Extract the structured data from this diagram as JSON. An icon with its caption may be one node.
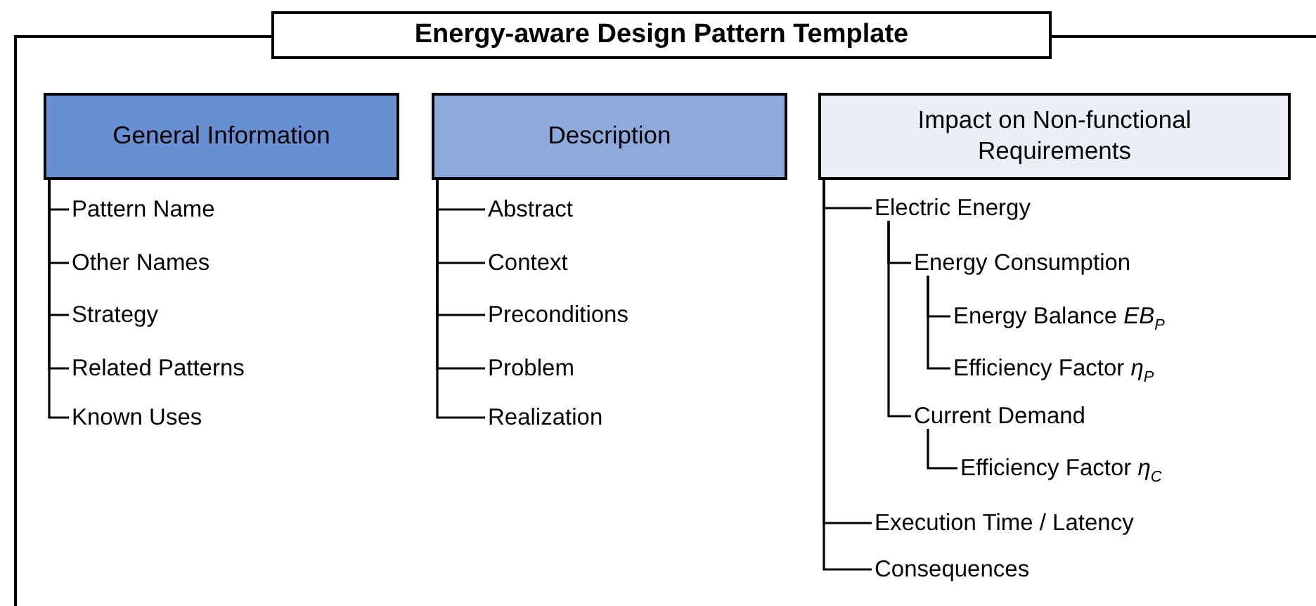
{
  "diagram": {
    "title": "Energy-aware Design Pattern Template",
    "nodes": [
      {
        "text": [
          "General Information"
        ]
      },
      {
        "text": [
          "Pattern Name"
        ]
      },
      {
        "text": [
          "Other Names"
        ]
      },
      {
        "text": [
          "Strategy"
        ]
      },
      {
        "text": [
          "Related Patterns"
        ]
      },
      {
        "text": [
          "Known Uses"
        ]
      },
      {
        "text": [
          "Description"
        ]
      },
      {
        "text": [
          "Abstract"
        ]
      },
      {
        "text": [
          "Context"
        ]
      },
      {
        "text": [
          "Preconditions"
        ]
      },
      {
        "text": [
          "Problem"
        ]
      },
      {
        "text": [
          "Realization"
        ]
      },
      {
        "text": [
          "Impact on Non-functional Requirements"
        ]
      },
      {
        "text": [
          "Electric Energy"
        ]
      },
      {
        "text": [
          "Energy Consumption"
        ]
      },
      {
        "text": [
          "Energy Balance *EB*$_{P}$"
        ]
      },
      {
        "text": [
          "Efficiency Factor *η*$_{P}$"
        ]
      },
      {
        "text": [
          "Current Demand"
        ]
      },
      {
        "text": [
          "Efficiency Factor *η*$_{C}$"
        ]
      },
      {
        "text": [
          "Execution Time / Latency"
        ]
      },
      {
        "text": [
          "Consequences"
        ]
      }
    ],
    "edges": [
      {
        "from": 0,
        "to": 1,
        "arrow": "none"
      },
      {
        "from": 0,
        "to": 2,
        "arrow": "none"
      },
      {
        "from": 0,
        "to": 3,
        "arrow": "none"
      },
      {
        "from": 0,
        "to": 4,
        "arrow": "none"
      },
      {
        "from": 0,
        "to": 5,
        "arrow": "none"
      },
      {
        "from": 6,
        "to": 7,
        "arrow": "none"
      },
      {
        "from": 6,
        "to": 8,
        "arrow": "none"
      },
      {
        "from": 6,
        "to": 9,
        "arrow": "none"
      },
      {
        "from": 6,
        "to": 10,
        "arrow": "none"
      },
      {
        "from": 6,
        "to": 11,
        "arrow": "none"
      },
      {
        "from": 12,
        "to": 13,
        "arrow": "none"
      },
      {
        "from": 13,
        "to": 14,
        "arrow": "none"
      },
      {
        "from": 14,
        "to": 15,
        "arrow": "none"
      },
      {
        "from": 14,
        "to": 16,
        "arrow": "none"
      },
      {
        "from": 13,
        "to": 17,
        "arrow": "none"
      },
      {
        "from": 17,
        "to": 18,
        "arrow": "none"
      },
      {
        "from": 12,
        "to": 19,
        "arrow": "none"
      },
      {
        "from": 12,
        "to": 20,
        "arrow": "none"
      }
    ]
  }
}
